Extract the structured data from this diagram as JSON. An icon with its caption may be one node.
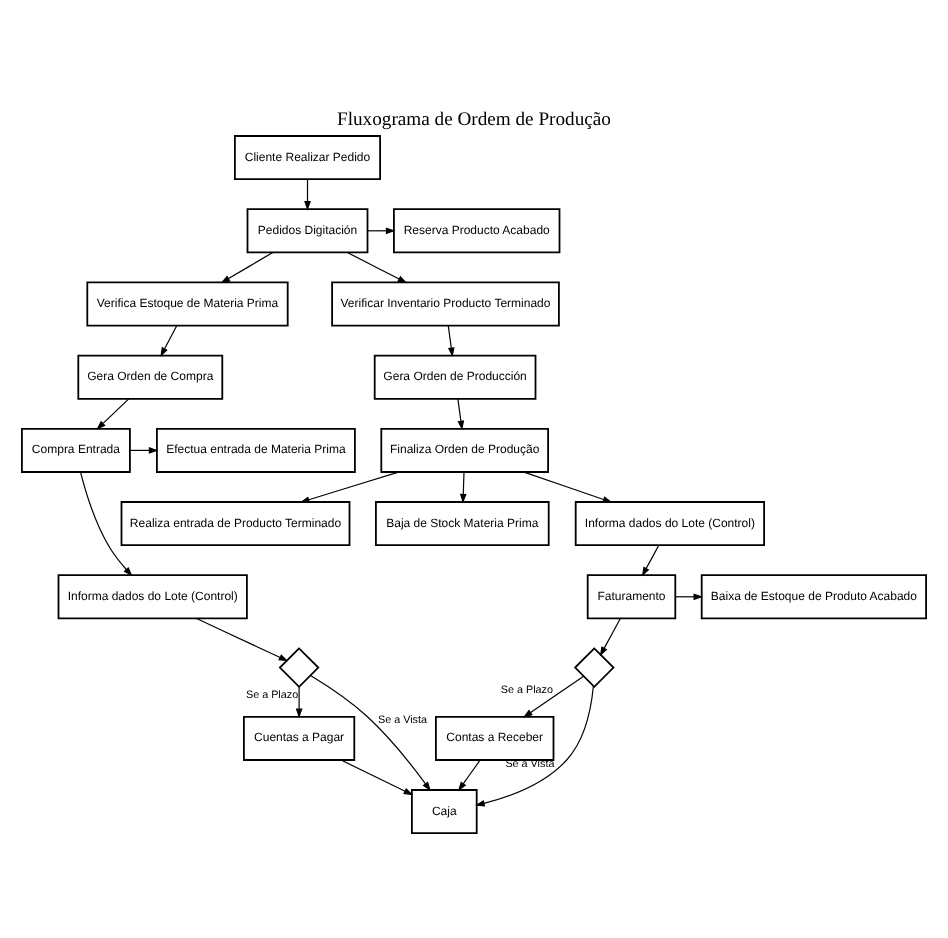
{
  "diagram": {
    "title": "Fluxograma de Ordem de Produção",
    "nodes": [
      {
        "text": [
          "Cliente Realizar Pedido"
        ]
      },
      {
        "text": [
          "Pedidos Digitación"
        ]
      },
      {
        "text": [
          "Reserva Producto Acabado"
        ]
      },
      {
        "text": [
          "Verifica Estoque de Materia Prima"
        ]
      },
      {
        "text": [
          "Verificar Inventario Producto Terminado"
        ]
      },
      {
        "text": [
          "Gera Orden de Compra"
        ]
      },
      {
        "text": [
          "Gera Orden de Producción"
        ]
      },
      {
        "text": [
          "Efectua entrada de Materia Prima"
        ]
      },
      {
        "text": [
          "Compra Entrada"
        ]
      },
      {
        "text": [
          "Finaliza Orden de Produção"
        ]
      },
      {
        "text": [
          "Realiza entrada de Producto Terminado"
        ]
      },
      {
        "text": [
          "Baja de Stock Materia Prima"
        ]
      },
      {
        "text": [
          "Informa dados do Lote (Control)"
        ]
      },
      {
        "text": [
          "Informa dados do Lote (Control)"
        ]
      },
      {
        "text": [],
        "shape": "diamond"
      },
      {
        "text": [
          "Faturamento"
        ]
      },
      {
        "text": [
          "Baixa de Estoque de Produto Acabado"
        ]
      },
      {
        "text": [
          "Cuentas a Pagar"
        ]
      },
      {
        "text": [],
        "shape": "diamond"
      },
      {
        "text": [
          "Contas a Receber"
        ]
      },
      {
        "text": [
          "Caja"
        ]
      }
    ],
    "edges": [
      {
        "from": 0,
        "to": 1,
        "arrow": "to"
      },
      {
        "from": 1,
        "to": 2,
        "arrow": "to"
      },
      {
        "from": 1,
        "to": 3,
        "arrow": "to"
      },
      {
        "from": 1,
        "to": 4,
        "arrow": "to"
      },
      {
        "from": 3,
        "to": 5,
        "arrow": "to"
      },
      {
        "from": 4,
        "to": 6,
        "arrow": "to"
      },
      {
        "from": 5,
        "to": 8,
        "arrow": "to"
      },
      {
        "from": 8,
        "to": 7,
        "arrow": "to"
      },
      {
        "from": 6,
        "to": 9,
        "arrow": "to"
      },
      {
        "from": 9,
        "to": 10,
        "arrow": "to"
      },
      {
        "from": 9,
        "to": 11,
        "arrow": "to"
      },
      {
        "from": 8,
        "to": 12,
        "arrow": "to"
      },
      {
        "from": 9,
        "to": 13,
        "arrow": "to"
      },
      {
        "from": 12,
        "to": 14,
        "arrow": "to"
      },
      {
        "from": 13,
        "to": 15,
        "arrow": "to"
      },
      {
        "from": 15,
        "to": 16,
        "arrow": "to"
      },
      {
        "from": 14,
        "to": 17,
        "label": "Se a Plazo",
        "arrow": "to"
      },
      {
        "from": 14,
        "to": 20,
        "label": "Se a Vista",
        "arrow": "to"
      },
      {
        "from": 15,
        "to": 18,
        "arrow": "to"
      },
      {
        "from": 18,
        "to": 20,
        "label": "Se a Vista",
        "arrow": "to"
      },
      {
        "from": 18,
        "to": 19,
        "label": "Se a Plazo",
        "arrow": "to"
      },
      {
        "from": 17,
        "to": 20,
        "arrow": "to"
      },
      {
        "from": 19,
        "to": 20,
        "arrow": "to"
      }
    ]
  }
}
